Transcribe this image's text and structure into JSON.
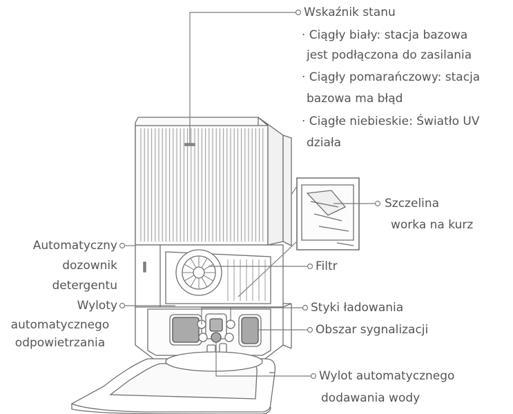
{
  "labels": {
    "status_indicator": {
      "title": "Wskaźnik stanu",
      "lines": [
        "· Ciągły biały: stacja bazowa",
        "jest podłączona do zasilania",
        "· Ciągły pomarańczowy: stacja",
        "bazowa ma błąd",
        "· Ciągłe niebieskie: Światło UV",
        "działa"
      ]
    },
    "dust_bag_slot": [
      "Szczelina",
      "worka na kurz"
    ],
    "detergent_dispenser": [
      "Automatyczny",
      "dozownik",
      "detergentu"
    ],
    "filter": "Filtr",
    "vent_outlets": [
      "Wyloty",
      "automatycznego",
      "odpowietrzania"
    ],
    "charging_contacts": "Styki ładowania",
    "signal_area": "Obszar sygnalizacji",
    "water_outlet": [
      "Wylot automatycznego",
      "dodawania wody"
    ]
  },
  "colors": {
    "text": "#555555",
    "line": "#7a7a7a",
    "device_stroke": "#6e6e6e",
    "contact_fill": "#a8a8a8"
  }
}
